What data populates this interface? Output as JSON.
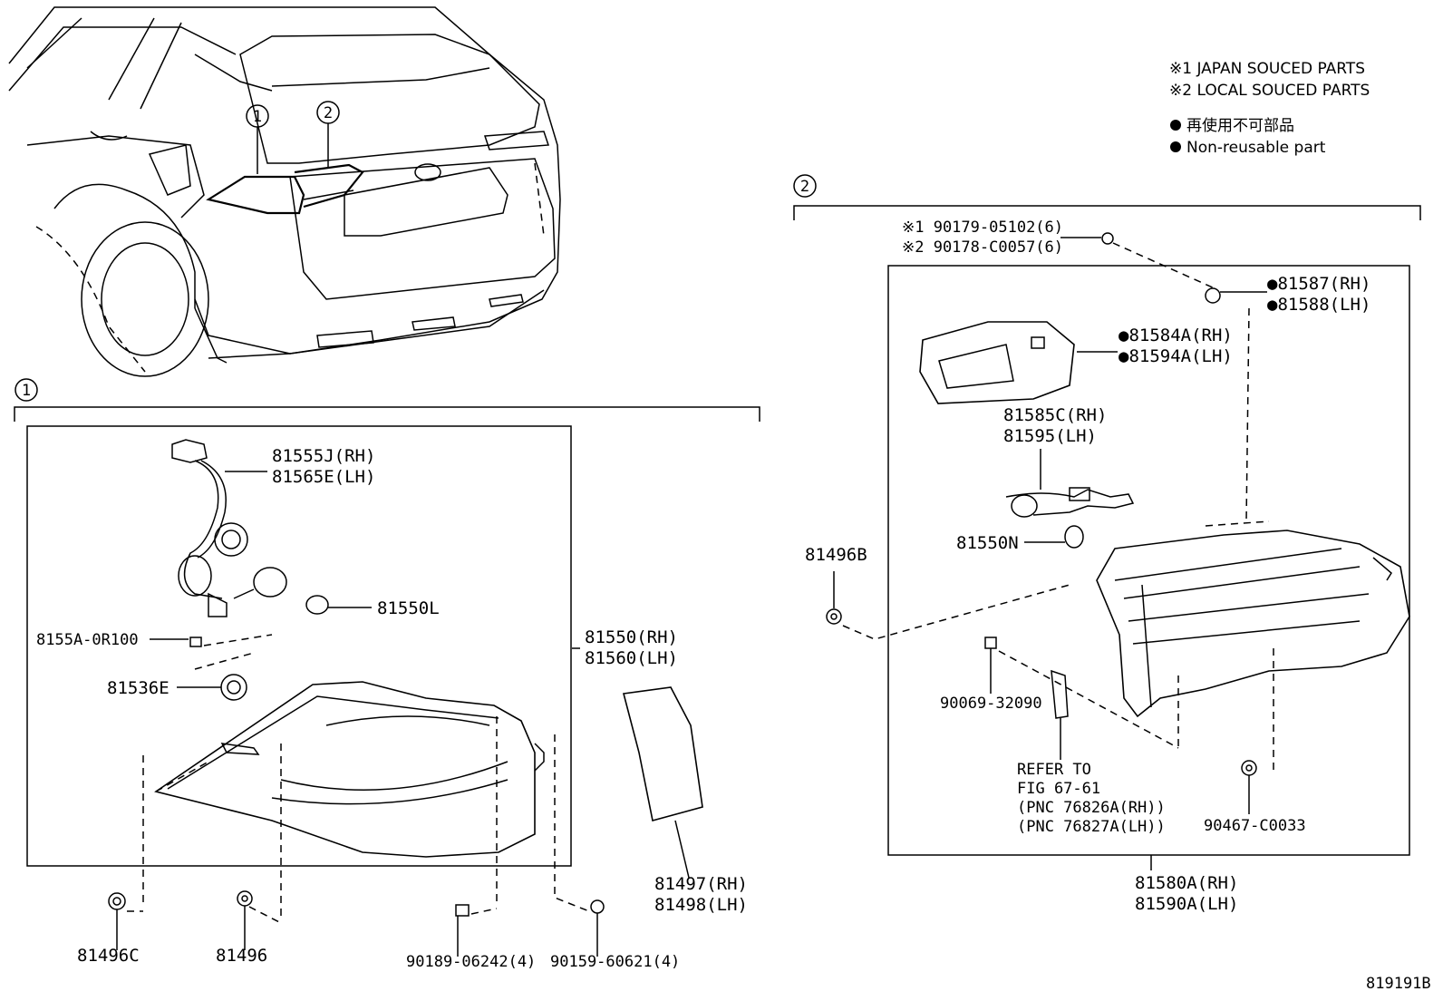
{
  "notes": {
    "line1": "※1 JAPAN SOUCED PARTS",
    "line2": "※2 LOCAL SOUCED PARTS",
    "line3": "再使用不可部品",
    "line4": "Non-reusable part"
  },
  "markers": {
    "one": "1",
    "two": "2"
  },
  "group1": {
    "socket_wire_rh": "81555J(RH)",
    "socket_wire_lh": "81565E(LH)",
    "bulb": "81550L",
    "screw": "8155A-0R100",
    "socket": "81536E",
    "lamp_rh": "81550(RH)",
    "lamp_lh": "81560(LH)",
    "lens_rh": "81497(RH)",
    "lens_lh": "81498(LH)",
    "nut_c": "81496C",
    "nut": "81496",
    "bolt_a": "90189-06242(4)",
    "bolt_b": "90159-60621(4)"
  },
  "group2": {
    "screw_jp": "※1 90179-05102(6)",
    "screw_local": "※2 90178-C0057(6)",
    "gasket_rh": "●81587(RH)",
    "gasket_lh": "●81588(LH)",
    "cover_rh": "●81584A(RH)",
    "cover_lh": "●81594A(LH)",
    "socket_wire_rh": "81585C(RH)",
    "socket_wire_lh": "81595(LH)",
    "bulb": "81550N",
    "nut_b": "81496B",
    "screw": "90069-32090",
    "refer_1": "REFER TO",
    "refer_2": "FIG 67-61",
    "refer_3": "(PNC 76826A(RH))",
    "refer_4": "(PNC 76827A(LH))",
    "clip": "90467-C0033",
    "lamp_rh": "81580A(RH)",
    "lamp_lh": "81590A(LH)"
  },
  "figure_id": "819191B"
}
